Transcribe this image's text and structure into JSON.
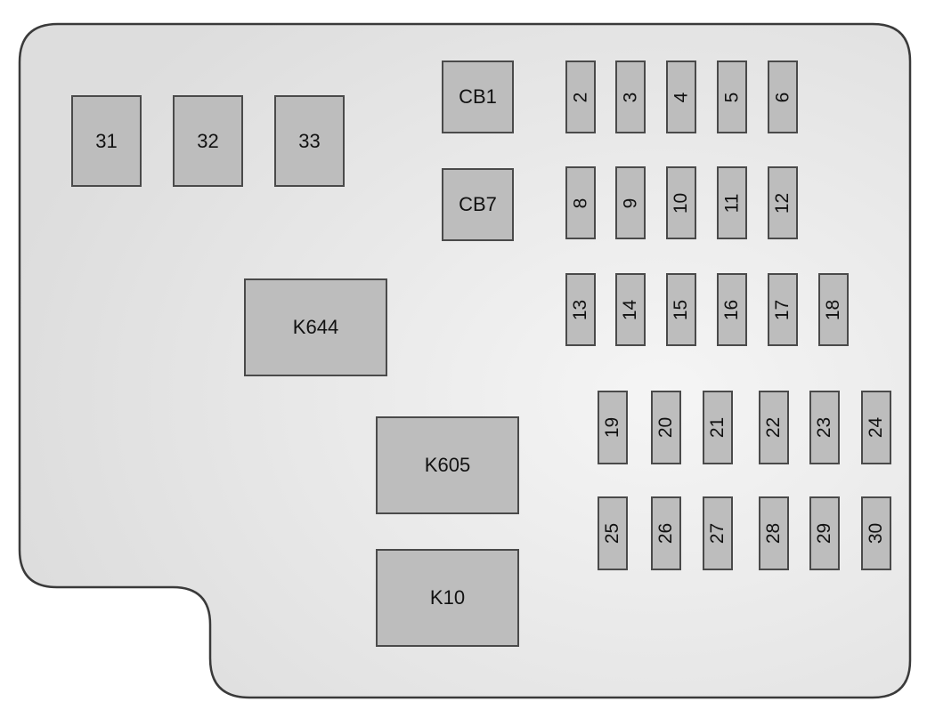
{
  "colors": {
    "panel_fill": "#e6e6e6",
    "panel_stroke": "#3a3a3a",
    "component_fill": "#bdbdbd",
    "component_stroke": "#4a4a4a",
    "text": "#111111"
  },
  "components": {
    "f31": "31",
    "f32": "32",
    "f33": "33",
    "cb1": "CB1",
    "cb7": "CB7",
    "f2": "2",
    "f3": "3",
    "f4": "4",
    "f5": "5",
    "f6": "6",
    "f8": "8",
    "f9": "9",
    "f10": "10",
    "f11": "11",
    "f12": "12",
    "f13": "13",
    "f14": "14",
    "f15": "15",
    "f16": "16",
    "f17": "17",
    "f18": "18",
    "f19": "19",
    "f20": "20",
    "f21": "21",
    "f22": "22",
    "f23": "23",
    "f24": "24",
    "f25": "25",
    "f26": "26",
    "f27": "27",
    "f28": "28",
    "f29": "29",
    "f30": "30",
    "k644": "K644",
    "k605": "K605",
    "k10": "K10"
  }
}
